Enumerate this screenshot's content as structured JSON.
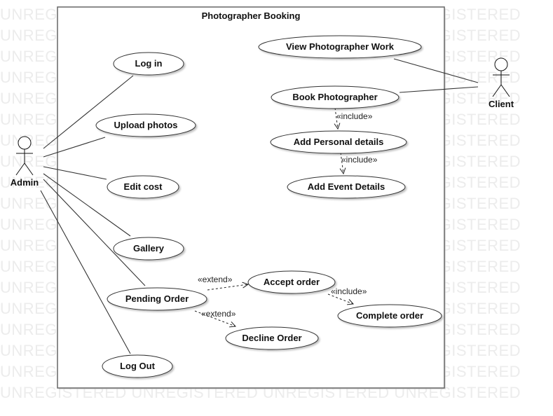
{
  "watermark": "UNREGISTERED",
  "system": {
    "title": "Photographer Booking"
  },
  "actors": {
    "admin": "Admin",
    "client": "Client"
  },
  "use_cases": {
    "login": "Log in",
    "upload": "Upload photos",
    "edit_cost": "Edit cost",
    "gallery": "Gallery",
    "pending": "Pending Order",
    "logout": "Log Out",
    "view_work": "View Photographer Work",
    "book": "Book Photographer",
    "personal": "Add Personal details",
    "event": "Add Event Details",
    "accept": "Accept order",
    "complete": "Complete order",
    "decline": "Decline Order"
  },
  "relations": {
    "book_personal": "«include»",
    "personal_event": "«include»",
    "accept_complete": "«include»",
    "pending_accept": "«extend»",
    "pending_decline": "«extend»"
  }
}
